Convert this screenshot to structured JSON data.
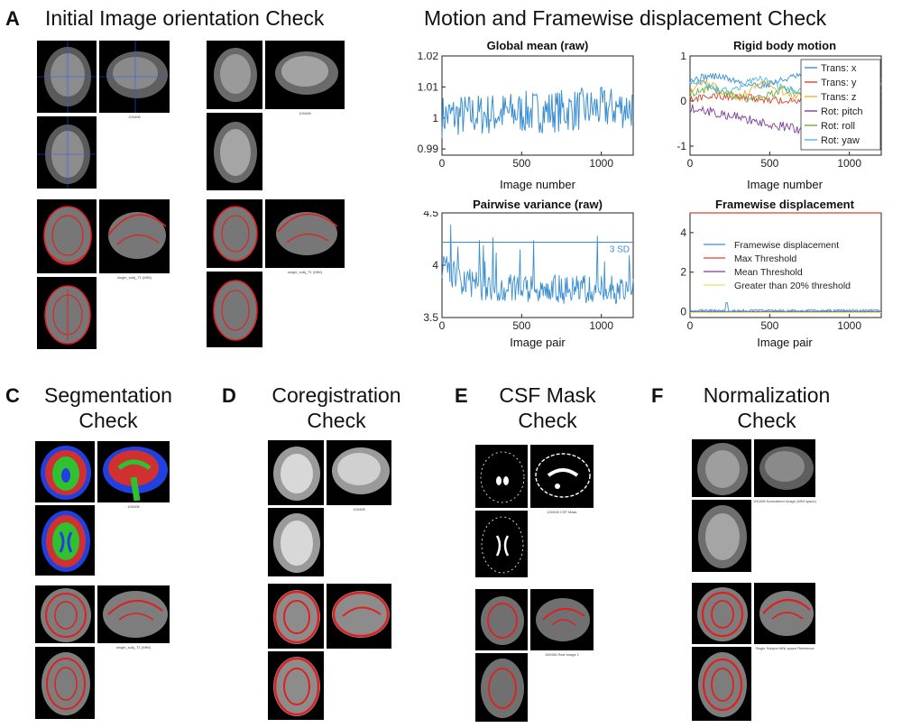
{
  "panels": {
    "A": {
      "letter": "A",
      "title": "Initial Image orientation Check",
      "captions": [
        "100408",
        "100408",
        "single_subj_T1 (MNI)",
        "single_subj_T1 (MNI)"
      ]
    },
    "B": {
      "title": "Motion and Framewise displacement Check"
    },
    "C": {
      "letter": "C",
      "title_line1": "Segmentation",
      "title_line2": "Check",
      "captions": [
        "100408",
        "single_subj_T1 (MNI)"
      ]
    },
    "D": {
      "letter": "D",
      "title_line1": "Coregistration",
      "title_line2": "Check",
      "captions": [
        "100408"
      ]
    },
    "E": {
      "letter": "E",
      "title_line1": "CSF Mask",
      "title_line2": "Check",
      "captions": [
        "100408 CSF Mask",
        "100408 Rest image 1"
      ]
    },
    "F": {
      "letter": "F",
      "title_line1": "Normalization",
      "title_line2": "Check",
      "captions": [
        "100408 Normalized Image (MNI space)",
        "Single Subject MNI space Reference"
      ]
    }
  },
  "chart_data": [
    {
      "type": "line",
      "title": "Global mean (raw)",
      "xlabel": "Image number",
      "ylabel": "",
      "xlim": [
        0,
        1200
      ],
      "ylim": [
        0.988,
        1.02
      ],
      "xticks": [
        "0",
        "500",
        "1000"
      ],
      "yticks": [
        "1.02",
        "1.01",
        "1",
        "0.99"
      ],
      "series": [
        {
          "color": "#3b8fd1",
          "mean": 1.002,
          "amplitude": 0.006
        }
      ]
    },
    {
      "type": "line",
      "title": "Rigid body motion",
      "xlabel": "Image number",
      "ylabel": "",
      "xlim": [
        0,
        1200
      ],
      "ylim": [
        -1.2,
        1.0
      ],
      "xticks": [
        "0",
        "500",
        "1000"
      ],
      "yticks": [
        "1",
        "0",
        "-1"
      ],
      "legend": "top-right",
      "series": [
        {
          "name": "Trans: x",
          "color": "#3b8fd1"
        },
        {
          "name": "Trans: y",
          "color": "#d9432c"
        },
        {
          "name": "Trans: z",
          "color": "#e6b43a"
        },
        {
          "name": "Rot: pitch",
          "color": "#7e3f98"
        },
        {
          "name": "Rot: roll",
          "color": "#6aac3c"
        },
        {
          "name": "Rot: yaw",
          "color": "#4fb7e3"
        }
      ]
    },
    {
      "type": "line",
      "title": "Pairwise variance (raw)",
      "xlabel": "Image pair",
      "ylabel": "",
      "xlim": [
        0,
        1200
      ],
      "ylim": [
        3.5,
        4.5
      ],
      "xticks": [
        "0",
        "500",
        "1000"
      ],
      "yticks": [
        "4.5",
        "4",
        "3.5"
      ],
      "threshold": {
        "value": 4.22,
        "label": "3 SD"
      },
      "series": [
        {
          "color": "#3b8fd1"
        }
      ]
    },
    {
      "type": "line",
      "title": "Framewise displacement",
      "xlabel": "Image pair",
      "ylabel": "",
      "xlim": [
        0,
        1200
      ],
      "ylim": [
        -0.3,
        5.0
      ],
      "xticks": [
        "0",
        "500",
        "1000"
      ],
      "yticks": [
        "4",
        "2",
        "0"
      ],
      "legend": "inside",
      "series": [
        {
          "name": "Framewise displacement",
          "color": "#3b8fd1"
        },
        {
          "name": "Max Threshold",
          "color": "#d9432c",
          "value": 5.0
        },
        {
          "name": "Mean Threshold",
          "color": "#7e3f98",
          "value": 0.0
        },
        {
          "name": "Greater than 20% threshold",
          "color": "#e8e35a",
          "value": 0.0
        }
      ]
    }
  ]
}
